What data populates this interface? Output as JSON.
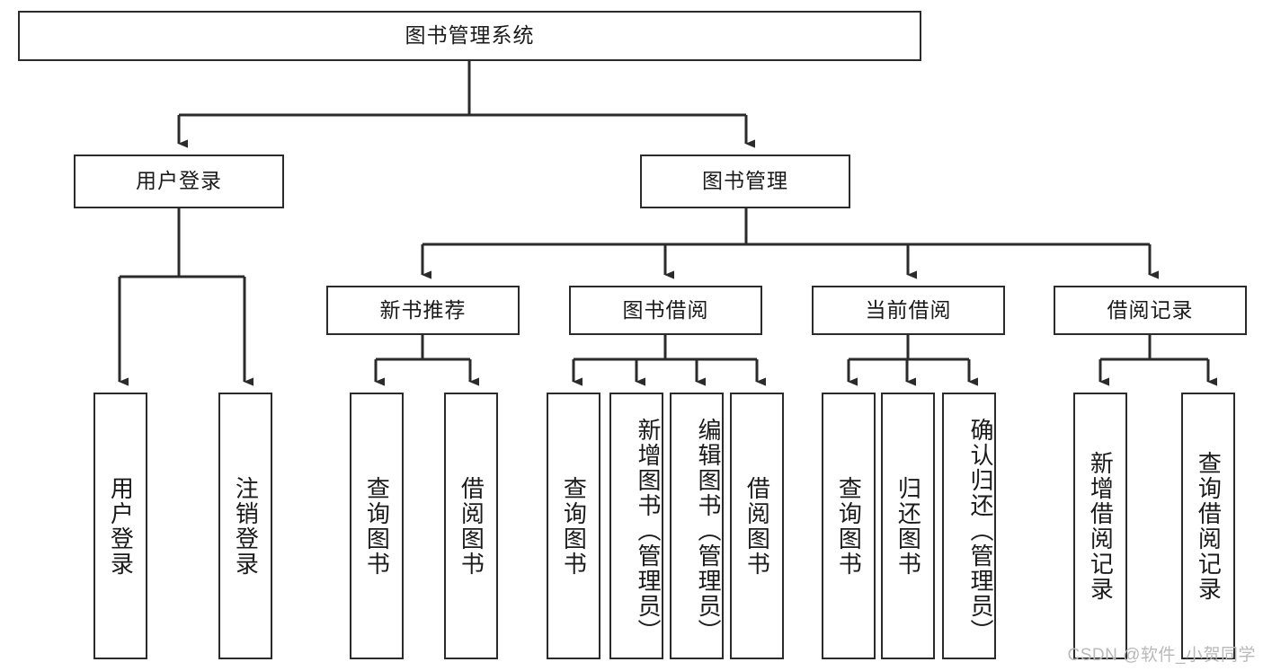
{
  "diagram": {
    "type": "tree-hierarchy",
    "title": "图书管理系统",
    "root": {
      "id": "root",
      "label": "图书管理系统"
    },
    "level2": [
      {
        "id": "user-login",
        "label": "用户登录"
      },
      {
        "id": "book-manage",
        "label": "图书管理"
      }
    ],
    "level3": [
      {
        "id": "new-book-rec",
        "label": "新书推荐",
        "parent": "book-manage"
      },
      {
        "id": "book-borrow",
        "label": "图书借阅",
        "parent": "book-manage"
      },
      {
        "id": "current-borrow",
        "label": "当前借阅",
        "parent": "book-manage"
      },
      {
        "id": "borrow-record",
        "label": "借阅记录",
        "parent": "book-manage"
      }
    ],
    "leaves": {
      "user-login": [
        {
          "id": "leaf-user-login",
          "label": "用户登录"
        },
        {
          "id": "leaf-logout",
          "label": "注销登录"
        }
      ],
      "new-book-rec": [
        {
          "id": "leaf-query-book-1",
          "label": "查询图书"
        },
        {
          "id": "leaf-borrow-book-1",
          "label": "借阅图书"
        }
      ],
      "book-borrow": [
        {
          "id": "leaf-query-book-2",
          "label": "查询图书"
        },
        {
          "id": "leaf-add-book",
          "label": "新增图书（管理员）"
        },
        {
          "id": "leaf-edit-book",
          "label": "编辑图书（管理员）"
        },
        {
          "id": "leaf-borrow-book-2",
          "label": "借阅图书"
        }
      ],
      "current-borrow": [
        {
          "id": "leaf-query-book-3",
          "label": "查询图书"
        },
        {
          "id": "leaf-return-book",
          "label": "归还图书"
        },
        {
          "id": "leaf-confirm-return",
          "label": "确认归还（管理员）"
        }
      ],
      "borrow-record": [
        {
          "id": "leaf-add-record",
          "label": "新增借阅记录"
        },
        {
          "id": "leaf-query-record",
          "label": "查询借阅记录"
        }
      ]
    },
    "watermark": "CSDN @软件_小贺同学",
    "colors": {
      "stroke": "#2b2b2b",
      "fill": "#ffffff",
      "text": "#1a1a1a",
      "watermark": "#b9b9b9"
    }
  }
}
